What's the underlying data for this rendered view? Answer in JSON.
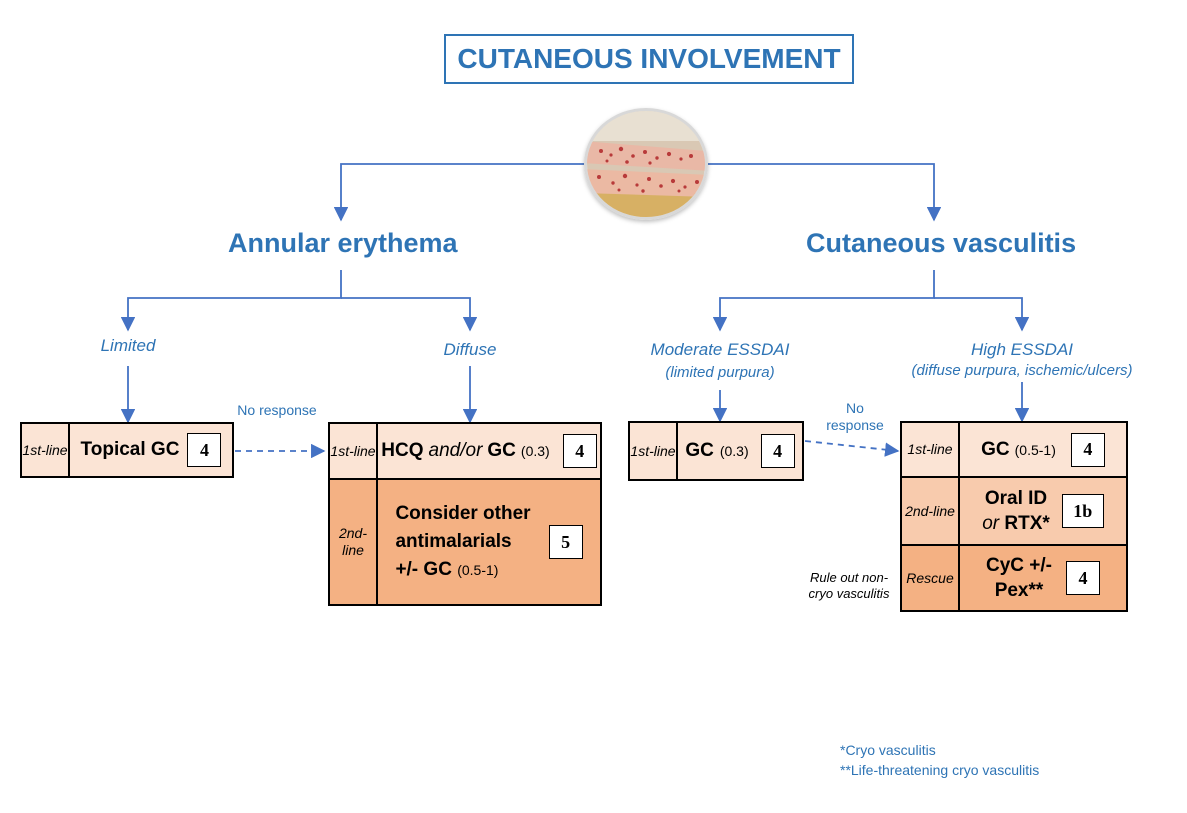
{
  "title": "CUTANEOUS INVOLVEMENT",
  "photo": "skin-lesions-legs-photo",
  "left": {
    "heading": "Annular erythema",
    "limited_label": "Limited",
    "diffuse_label": "Diffuse",
    "no_response": "No response",
    "limited_table": {
      "line": "1st-line",
      "treatment": "Topical GC",
      "evidence": "4"
    },
    "diffuse_table": {
      "row1": {
        "line": "1st-line",
        "drug1": "HCQ",
        "conj": "and/or",
        "drug2": "GC",
        "dose": "(0.3)",
        "evidence": "4"
      },
      "row2": {
        "line": "2nd-line",
        "text1": "Consider other",
        "text2": "antimalarials",
        "text3": "+/- GC",
        "dose": "(0.5-1)",
        "evidence": "5"
      }
    }
  },
  "right": {
    "heading": "Cutaneous vasculitis",
    "moderate_label": "Moderate ESSDAI",
    "moderate_sub": "(limited purpura)",
    "high_label": "High ESSDAI",
    "high_sub": "(diffuse purpura, ischemic/ulcers)",
    "no_response": "No response",
    "moderate_table": {
      "line": "1st-line",
      "drug": "GC",
      "dose": "(0.3)",
      "evidence": "4"
    },
    "high_table": {
      "row1": {
        "line": "1st-line",
        "drug": "GC",
        "dose": "(0.5-1)",
        "evidence": "4"
      },
      "row2": {
        "line": "2nd-line",
        "text1": "Oral ID",
        "conj": "or",
        "text2": "RTX*",
        "evidence": "1b"
      },
      "row3": {
        "line": "Rescue",
        "text1": "CyC +/-",
        "text2": "Pex**",
        "evidence": "4"
      }
    },
    "rule_out": "Rule out non-cryo vasculitis"
  },
  "footnotes": [
    "*Cryo vasculitis",
    "**Life-threatening cryo vasculitis"
  ],
  "colors": {
    "blue": "#2e74b5",
    "arrow": "#4472c4",
    "cell_light": "#fbe4d5",
    "cell_mid": "#f8cbad",
    "cell_dark": "#f4b183"
  }
}
